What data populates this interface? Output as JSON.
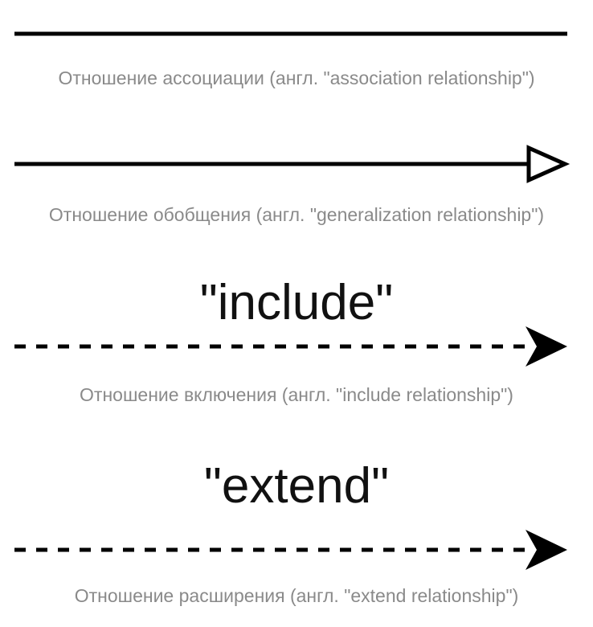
{
  "relationships": [
    {
      "kind": "association",
      "line_style": "solid",
      "arrowhead": "none",
      "caption": "Отношение ассоциации (англ. \"association relationship\")"
    },
    {
      "kind": "generalization",
      "line_style": "solid",
      "arrowhead": "hollow-triangle",
      "caption": "Отношение обобщения (англ. \"generalization relationship\")"
    },
    {
      "kind": "include",
      "line_style": "dashed",
      "arrowhead": "filled-arrow",
      "stereotype": "\"include\"",
      "caption": "Отношение включения (англ. \"include relationship\")"
    },
    {
      "kind": "extend",
      "line_style": "dashed",
      "arrowhead": "filled-arrow",
      "stereotype": "\"extend\"",
      "caption": "Отношение расширения (англ. \"extend relationship\")"
    }
  ],
  "colors": {
    "line": "#000000",
    "caption": "#8a8a8a",
    "stereotype": "#111111"
  }
}
